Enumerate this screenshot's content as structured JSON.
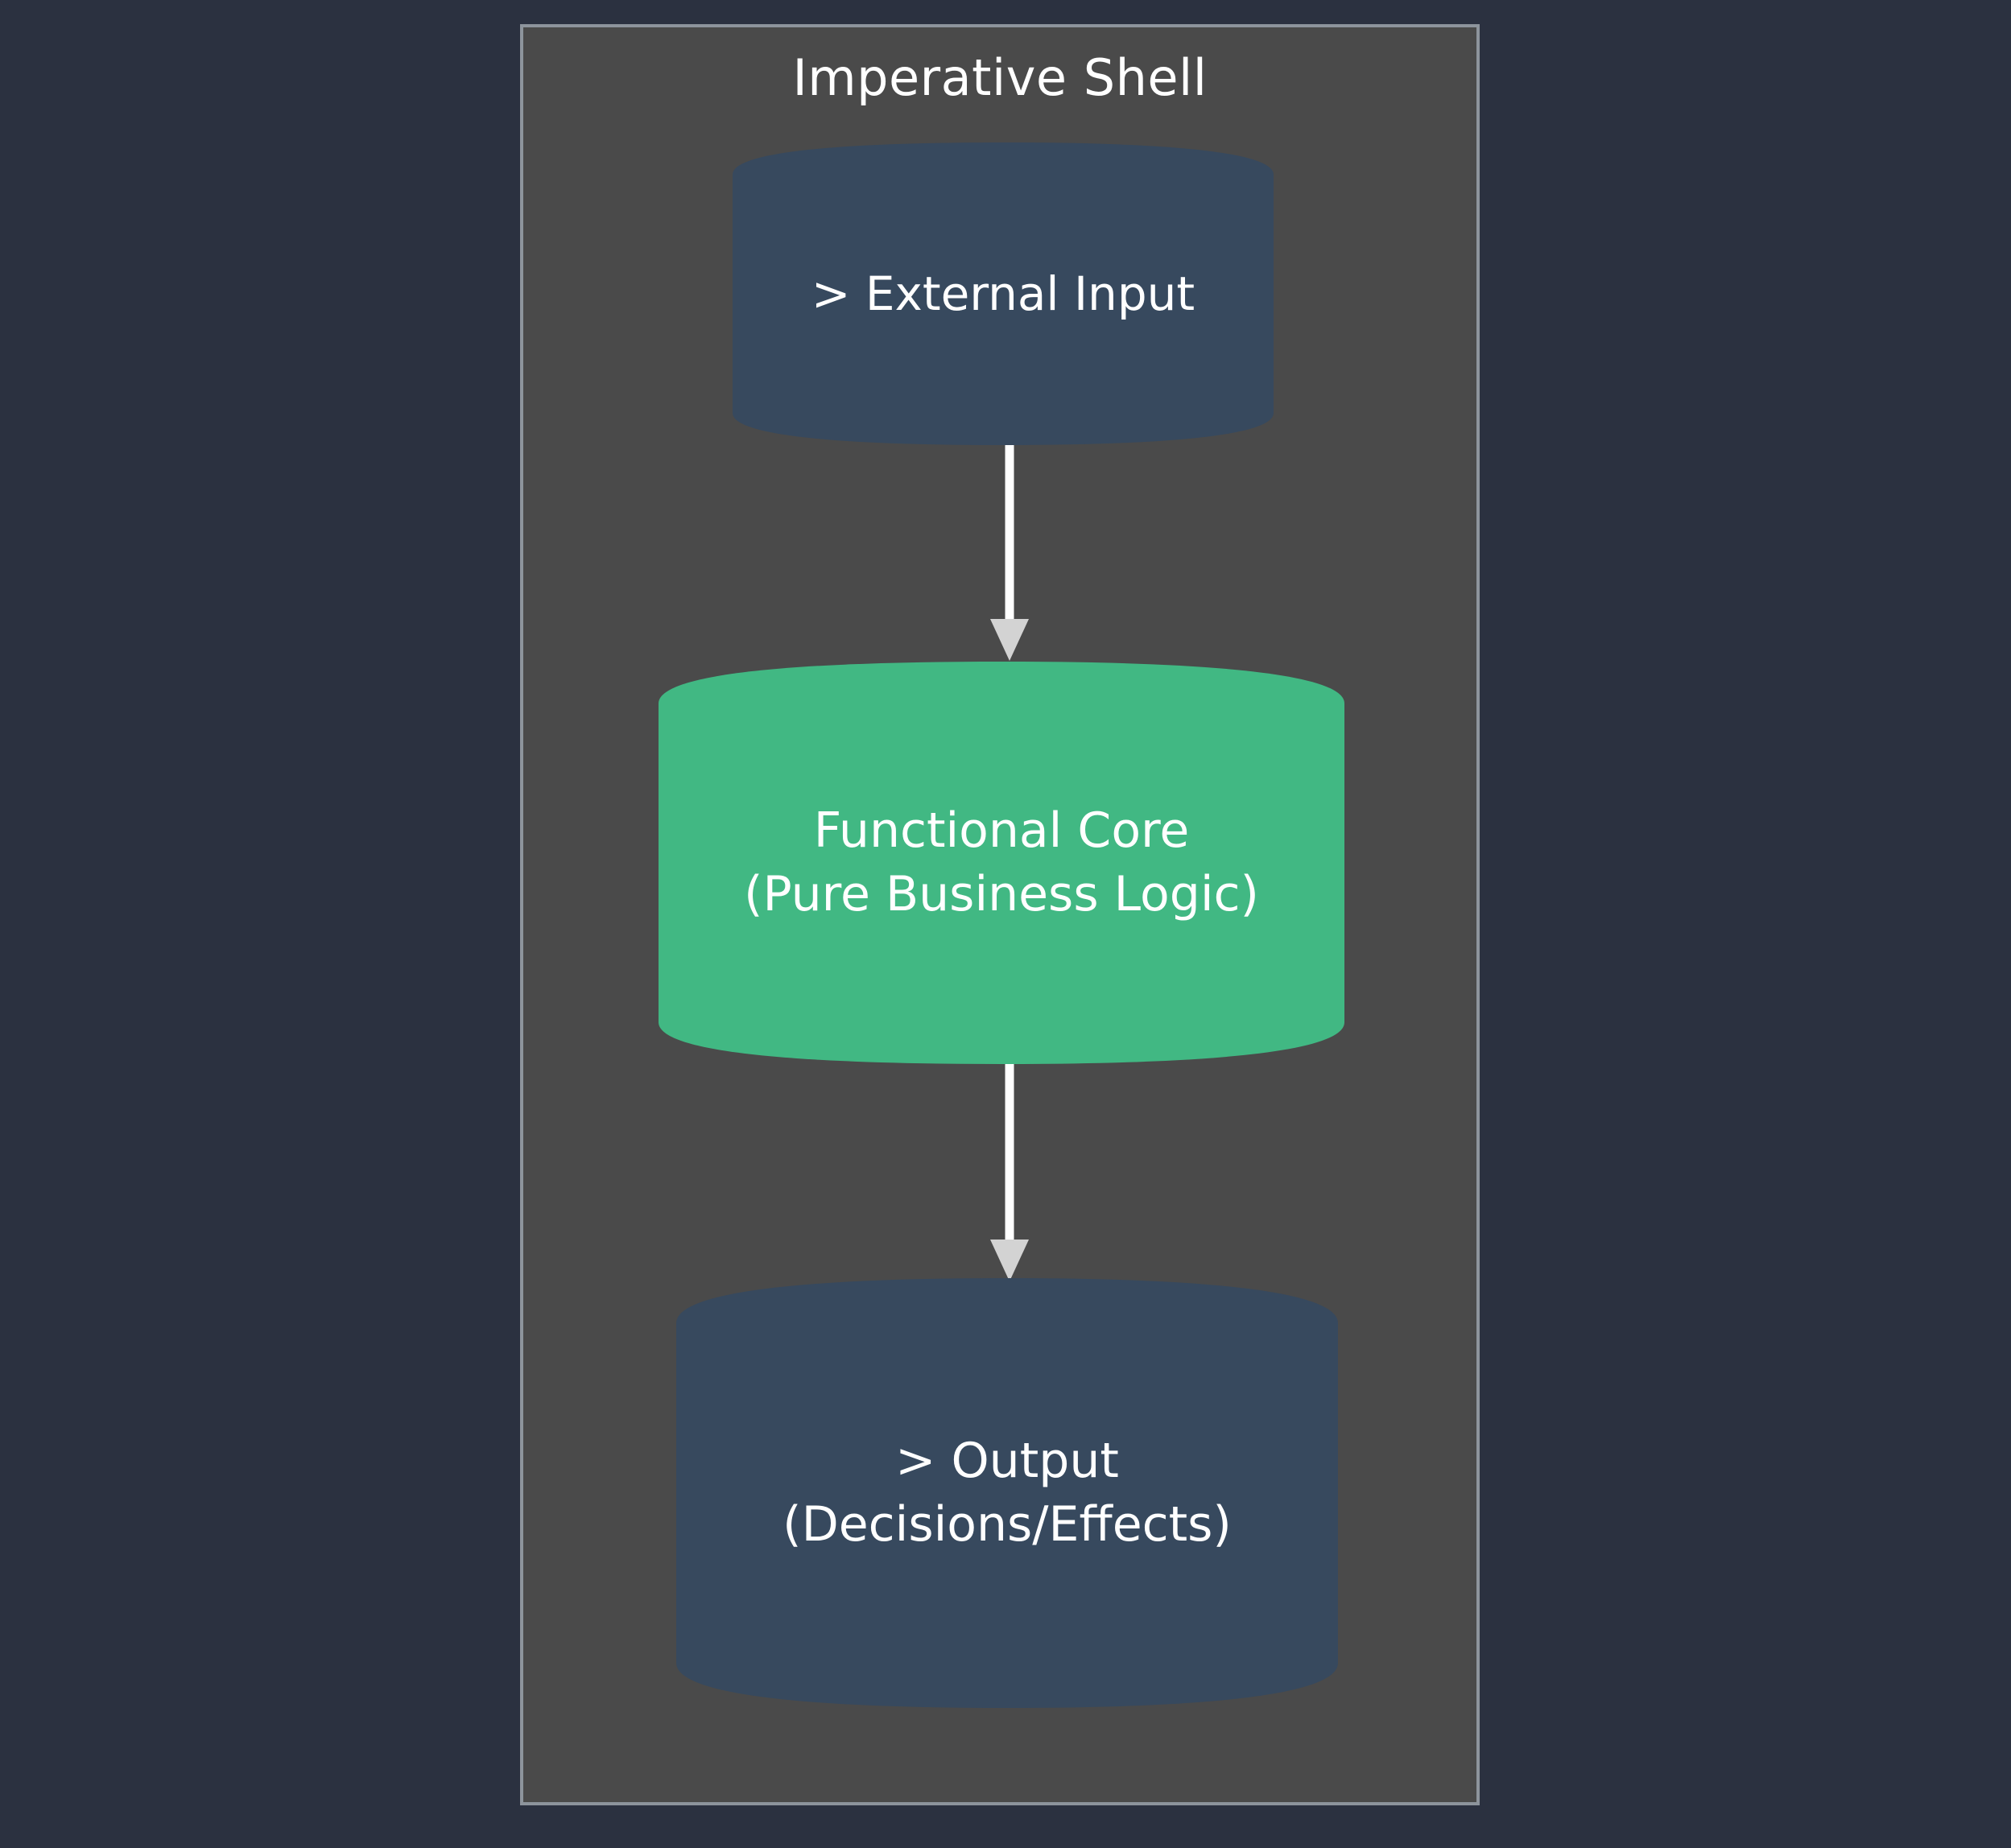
{
  "diagram": {
    "type": "flowchart",
    "direction": "top-to-bottom",
    "background_color": "#2b3140",
    "subgraph": {
      "title": "Imperative Shell",
      "fill_color": "#4a4a4a",
      "border_color": "#8d949c"
    },
    "nodes": [
      {
        "id": "external-input",
        "shape": "cylinder",
        "label_line1": "> External Input",
        "label_line2": "",
        "fill_color": "#37495e",
        "text_color": "#ffffff"
      },
      {
        "id": "functional-core",
        "shape": "cylinder",
        "label_line1": "Functional Core",
        "label_line2": "(Pure Business Logic)",
        "fill_color": "#41b883",
        "text_color": "#ffffff"
      },
      {
        "id": "output",
        "shape": "cylinder",
        "label_line1": "> Output",
        "label_line2": "(Decisions/Effects)",
        "fill_color": "#37495e",
        "text_color": "#ffffff"
      }
    ],
    "edges": [
      {
        "id": "edge-input-to-core",
        "from": "external-input",
        "to": "functional-core",
        "label": "",
        "line_color": "#ffffff",
        "arrowhead_color": "#d3d3d3"
      },
      {
        "id": "edge-core-to-output",
        "from": "functional-core",
        "to": "output",
        "label": "",
        "line_color": "#ffffff",
        "arrowhead_color": "#d3d3d3"
      }
    ]
  }
}
